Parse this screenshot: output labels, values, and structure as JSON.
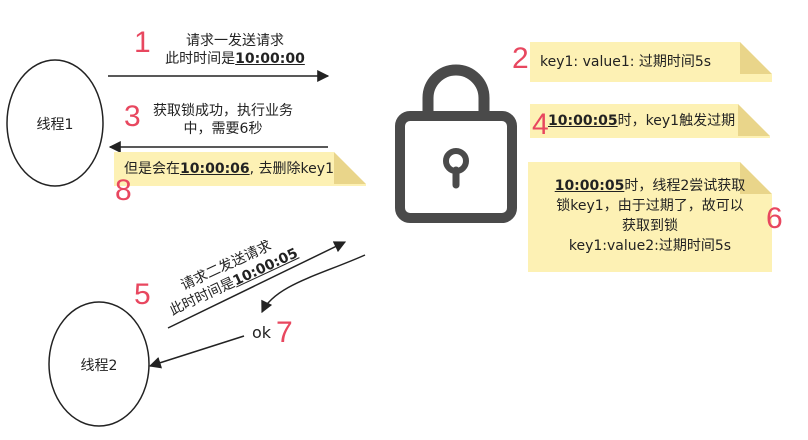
{
  "threads": {
    "t1": "线程1",
    "t2": "线程2"
  },
  "step1": {
    "num": "1",
    "line1": "请求一发送请求",
    "line2_prefix": "此时时间是",
    "line2_time": "10:00:00"
  },
  "step2": {
    "num": "2",
    "text": "key1: value1: 过期时间5s"
  },
  "step3": {
    "num": "3",
    "line1": "获取锁成功，执行业务",
    "line2": "中，需要6秒"
  },
  "step4": {
    "num": "4",
    "time": "10:00:05",
    "suffix": "时，key1触发过期"
  },
  "step5": {
    "num": "5",
    "line1": "请求二发送请求",
    "line2_prefix": "此时时间是",
    "line2_time": "10:00:05"
  },
  "step6": {
    "num": "6",
    "line1_time": "10:00:05",
    "line1_suffix": "时，线程2尝试获取",
    "line2": "锁key1，由于过期了，故可以",
    "line3": "获取到锁",
    "line4": "key1:value2:过期时间5s"
  },
  "step7": {
    "num": "7",
    "text": "ok"
  },
  "step8": {
    "num": "8",
    "prefix": "但是会在",
    "time": "10:00:06",
    "suffix": ", 去删除key1"
  },
  "colors": {
    "accent": "#e8475f",
    "note": "#fdf1b4",
    "lock": "#4a4a4a"
  },
  "icons": {
    "lock": "padlock-icon"
  }
}
